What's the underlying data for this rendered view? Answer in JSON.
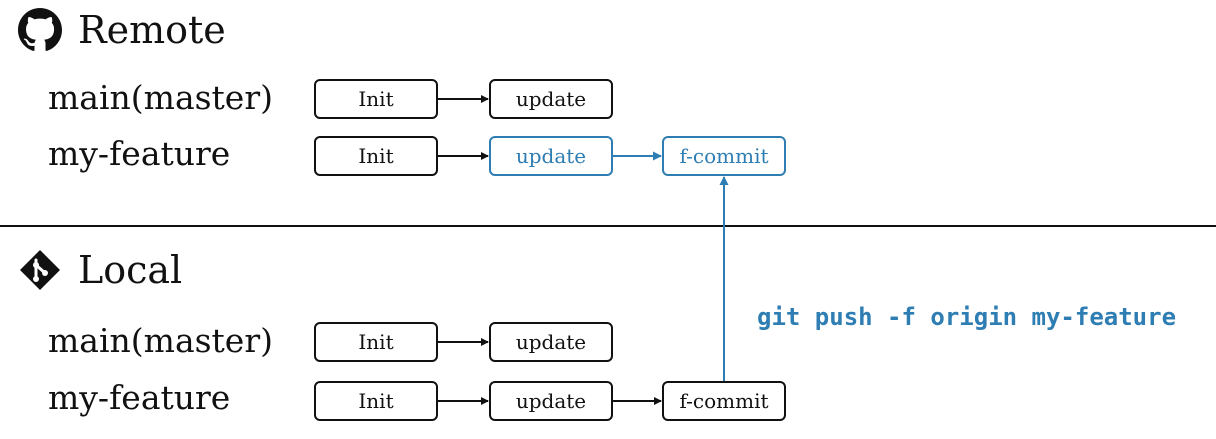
{
  "remote": {
    "title": "Remote",
    "icon": "github-icon",
    "branches": [
      {
        "name": "main(master)",
        "commits": [
          "Init",
          "update"
        ]
      },
      {
        "name": "my-feature",
        "commits": [
          "Init",
          "update",
          "f-commit"
        ]
      }
    ]
  },
  "local": {
    "title": "Local",
    "icon": "git-icon",
    "branches": [
      {
        "name": "main(master)",
        "commits": [
          "Init",
          "update"
        ]
      },
      {
        "name": "my-feature",
        "commits": [
          "Init",
          "update",
          "f-commit"
        ]
      }
    ]
  },
  "command": "git push -f origin my-feature",
  "colors": {
    "highlight": "#2e7db3",
    "default": "#111111"
  }
}
